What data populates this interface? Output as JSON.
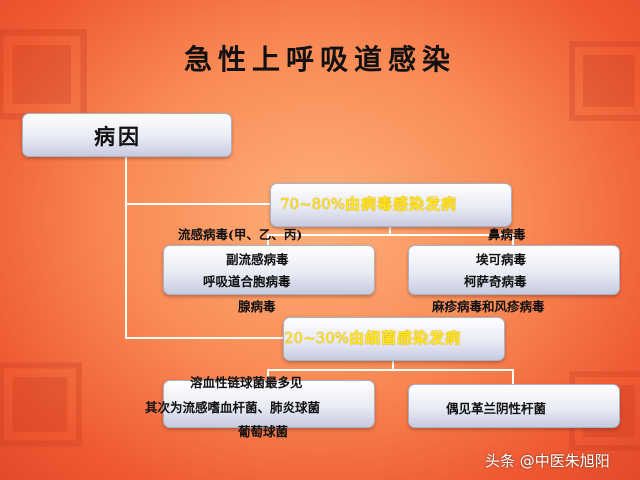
{
  "title": "急性上呼吸道感染",
  "cause_box": {
    "label": "病因"
  },
  "virus": {
    "header_percent": "70~80%",
    "header_rest": "由病毒感染发病",
    "left_items": [
      "流感病毒(甲、乙、丙)",
      "副流感病毒",
      "呼吸道合胞病毒",
      "腺病毒"
    ],
    "right_items": [
      "鼻病毒",
      "埃可病毒",
      "柯萨奇病毒",
      "麻疹病毒和风疹病毒"
    ]
  },
  "bacteria": {
    "header_percent": "20~30%",
    "header_rest": "由细菌感染发病",
    "left_items": [
      "溶血性链球菌最多见",
      "其次为流感嗜血杆菌、肺炎球菌",
      "葡萄球菌"
    ],
    "right_items": [
      "偶见革兰阴性杆菌"
    ]
  },
  "watermark": "头条 @中医朱旭阳",
  "colors": {
    "background": "#f98a55",
    "header_text": "#ffe800",
    "box_fill": "#e9ebf5",
    "connector": "#ffffff"
  }
}
